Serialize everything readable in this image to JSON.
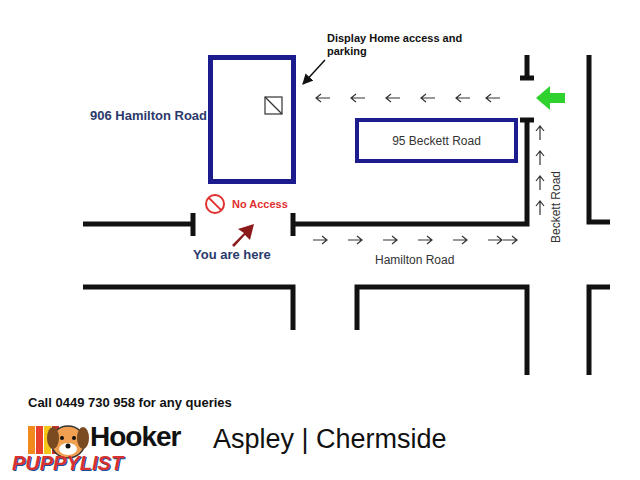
{
  "diagram": {
    "nodes": [
      {
        "text": [
          "906 Hamilton Road"
        ]
      },
      {
        "text": [
          "95 Beckett Road"
        ]
      }
    ],
    "labels": [
      "Display Home access and parking",
      "No Access",
      "You are here",
      "Hamilton Road",
      "Beckett Road",
      "Call 0449 730 958 for any queries",
      "Hooker",
      "Aspley | Chermside",
      "PUPPYLIST"
    ]
  }
}
